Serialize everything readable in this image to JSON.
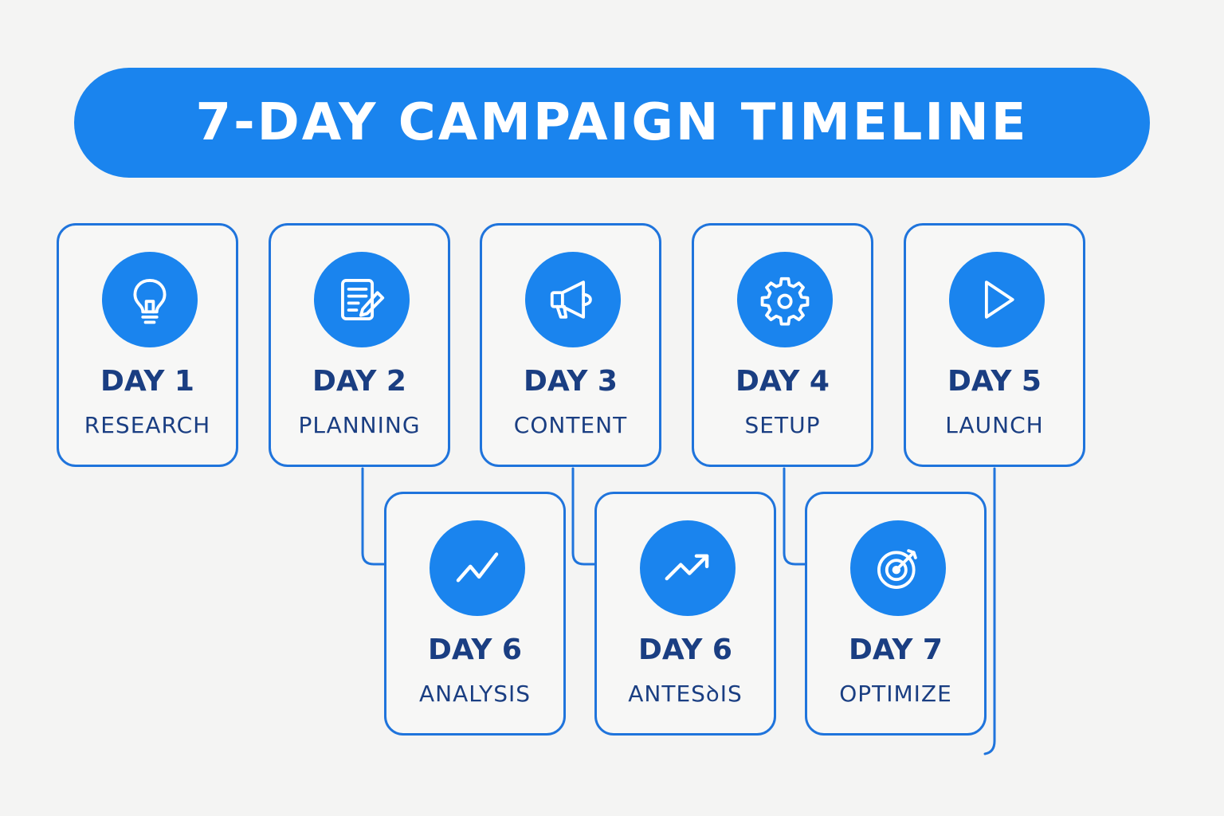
{
  "title": "7-DAY CAMPAIGN TIMELINE",
  "colors": {
    "accent": "#1a84ee",
    "border": "#1f74dc",
    "text": "#1a3e82",
    "background": "#f4f4f3"
  },
  "top_row": [
    {
      "day": "DAY 1",
      "label": "RESEARCH",
      "icon": "lightbulb-icon"
    },
    {
      "day": "DAY 2",
      "label": "PLANNING",
      "icon": "document-edit-icon"
    },
    {
      "day": "DAY 3",
      "label": "CONTENT",
      "icon": "megaphone-icon"
    },
    {
      "day": "DAY 4",
      "label": "SETUP",
      "icon": "gear-icon"
    },
    {
      "day": "DAY 5",
      "label": "LAUNCH",
      "icon": "play-icon"
    }
  ],
  "bottom_row": [
    {
      "day": "DAY 6",
      "label": "ANALYSIS",
      "icon": "line-chart-icon"
    },
    {
      "day": "DAY 6",
      "label": "ANTESꝺIS",
      "icon": "trend-up-icon"
    },
    {
      "day": "DAY 7",
      "label": "OPTIMIZE",
      "icon": "target-icon"
    }
  ]
}
